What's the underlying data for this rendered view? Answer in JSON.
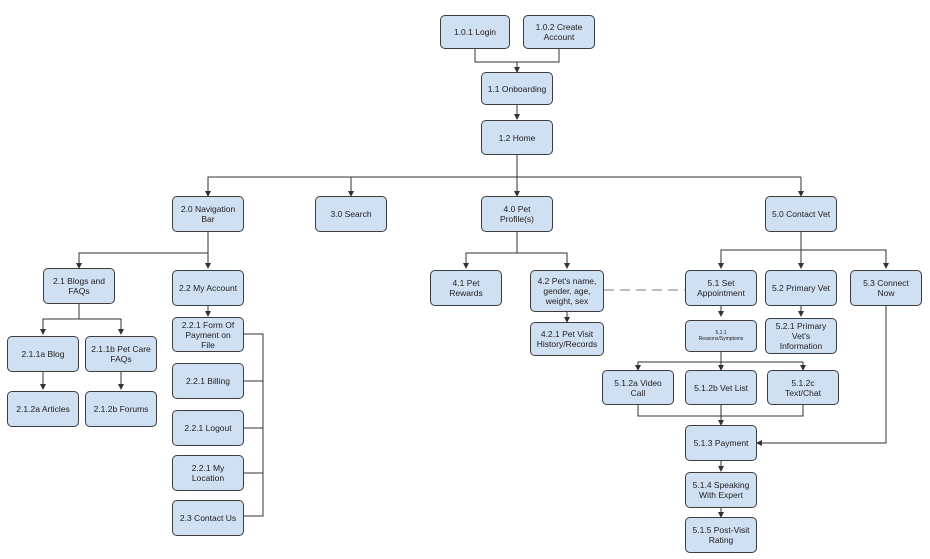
{
  "colors": {
    "node_fill": "#cfe0f3",
    "node_border": "#3c3c3c",
    "connector": "#333333",
    "dashed": "#999999"
  },
  "nodes": {
    "login": "1.0.1 Login",
    "create_account": "1.0.2 Create\nAccount",
    "onboarding": "1.1 Onboarding",
    "home": "1.2 Home",
    "nav_bar": "2.0 Navigation\nBar",
    "search": "3.0 Search",
    "pet_profile": "4.0 Pet\nProfile(s)",
    "contact_vet": "5.0 Contact Vet",
    "blogs_faqs": "2.1  Blogs and\nFAQs",
    "my_account": "2.2  My Account",
    "blog": "2.1.1a  Blog",
    "pet_care_faqs": "2.1.1b Pet Care\nFAQs",
    "articles": "2.1.2a Articles",
    "forums": "2.1.2b Forums",
    "form_of_payment": "2.2.1 Form Of\nPayment on\nFile",
    "billing": "2.2.1 Billing",
    "logout": "2.2.1  Logout",
    "my_location": "2.2.1 My\nLocation",
    "contact_us": "2.3 Contact Us",
    "pet_rewards": "4.1  Pet\nRewards",
    "pet_details": "4.2  Pet's name,\ngender, age,\nweight, sex",
    "pet_visit_history": "4.2.1 Pet Visit\nHistory/Records",
    "set_appointment": "5.1 Set\nAppointment",
    "primary_vet": "5.2 Primary Vet",
    "connect_now": "5.3 Connect\nNow",
    "reasons_symptoms": "5.1.1\nReasons/Symptoms",
    "primary_vet_info": "5.2.1 Primary\nVet's\nInformation",
    "video_call": "5.1.2a Video\nCall",
    "vet_list": "5.1.2b Vet List",
    "text_chat": "5.1.2c\nText/Chat",
    "payment": "5.1.3 Payment",
    "speaking_with_expert": "5.1.4 Speaking\nWith Expert",
    "post_visit_rating": "5.1.5 Post-Visit\nRating"
  }
}
